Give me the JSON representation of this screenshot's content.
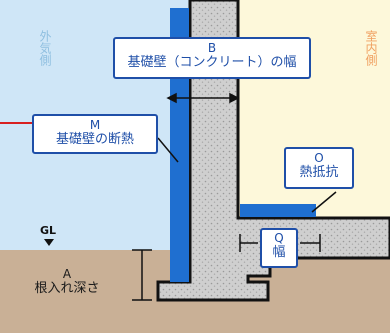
{
  "side_labels": {
    "exterior": "外気側",
    "interior": "室内側"
  },
  "labels": {
    "B": {
      "key": "B",
      "text": "基礎壁（コンクリート）の幅"
    },
    "M": {
      "key": "M",
      "text": "基礎壁の断熱"
    },
    "O": {
      "key": "O",
      "text": "熱抵抗"
    },
    "Q": {
      "key": "Q",
      "text": "幅"
    },
    "A": {
      "key": "A",
      "text": "根入れ深さ"
    }
  },
  "ground_line": "GL",
  "colors": {
    "exterior_bg": "#cfe6f7",
    "interior_bg": "#fdf8da",
    "soil": "#c9b096",
    "concrete": "#cfcfcf",
    "insulation": "#1f6fd0",
    "label_accent": "#1f4fa8",
    "exterior_text": "#8fbfe0",
    "interior_text": "#f0a060",
    "pointer_red": "#d82020"
  }
}
